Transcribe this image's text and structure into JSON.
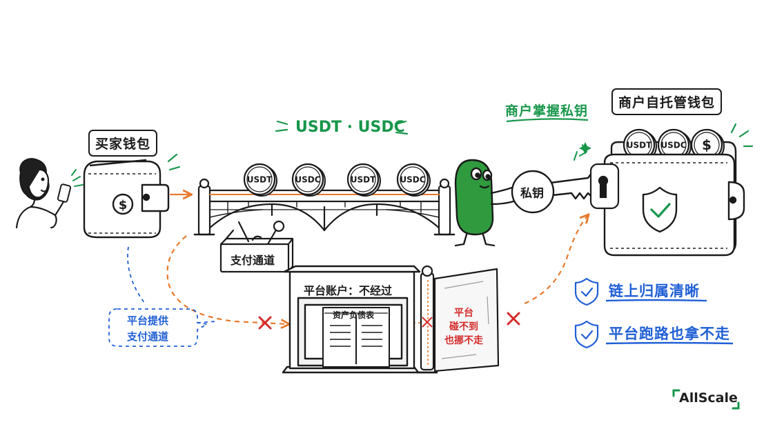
{
  "labels": {
    "buyer_wallet": "买家钱包",
    "merchant_wallet": "商户自托管钱包",
    "merchant_key": "商户掌握私钥",
    "stablecoins": "USDT · USDC",
    "private_key": "私钥",
    "payment_channel": "支付通道",
    "platform_provides_line1": "平台提供",
    "platform_provides_line2": "支付通道",
    "platform_account": "平台账户：不经过",
    "balance_sheet": "资产负债表",
    "platform_cannot_line1": "平台",
    "platform_cannot_line2": "碰不到",
    "platform_cannot_line3": "也挪不走",
    "benefit_1": "链上归属清晰",
    "benefit_2": "平台跑路也拿不走",
    "logo": "AllScale"
  },
  "coins": {
    "bridge": [
      "USDT",
      "USDC",
      "USDT",
      "USDC"
    ],
    "wallet": [
      "USDT",
      "USDC",
      "$"
    ]
  },
  "colors": {
    "ink": "#1a1a1a",
    "green": "#17964a",
    "character_green": "#2f9a3e",
    "orange": "#e8782a",
    "blue": "#1f5fd6",
    "red": "#d42a2a"
  },
  "icons": [
    "person-icon",
    "phone-icon",
    "wallet-icon",
    "coin-icon",
    "bridge-icon",
    "toolbox-icon",
    "key-icon",
    "keyhole-icon",
    "shield-check-icon",
    "vault-icon",
    "book-icon",
    "glass-door-icon",
    "cross-icon",
    "sparkle-icon"
  ]
}
